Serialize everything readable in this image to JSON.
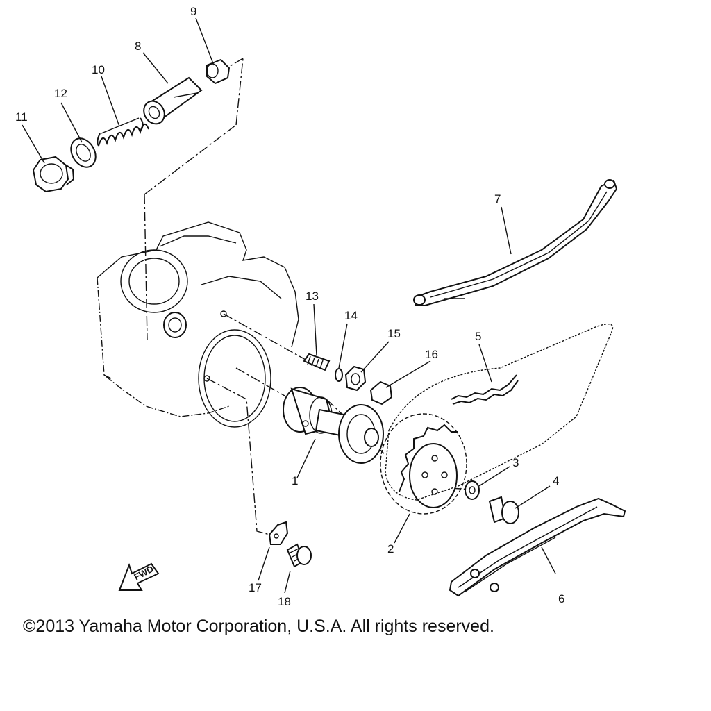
{
  "labels": {
    "p1": "1",
    "p2": "2",
    "p3": "3",
    "p4": "4",
    "p5": "5",
    "p6": "6",
    "p7": "7",
    "p8": "8",
    "p9": "9",
    "p10": "10",
    "p11": "11",
    "p12": "12",
    "p13": "13",
    "p14": "14",
    "p15": "15",
    "p16": "16",
    "p17": "17",
    "p18": "18"
  },
  "fwd_label": "FWD",
  "copyright": "©2013 Yamaha Motor Corporation, U.S.A. All rights reserved."
}
